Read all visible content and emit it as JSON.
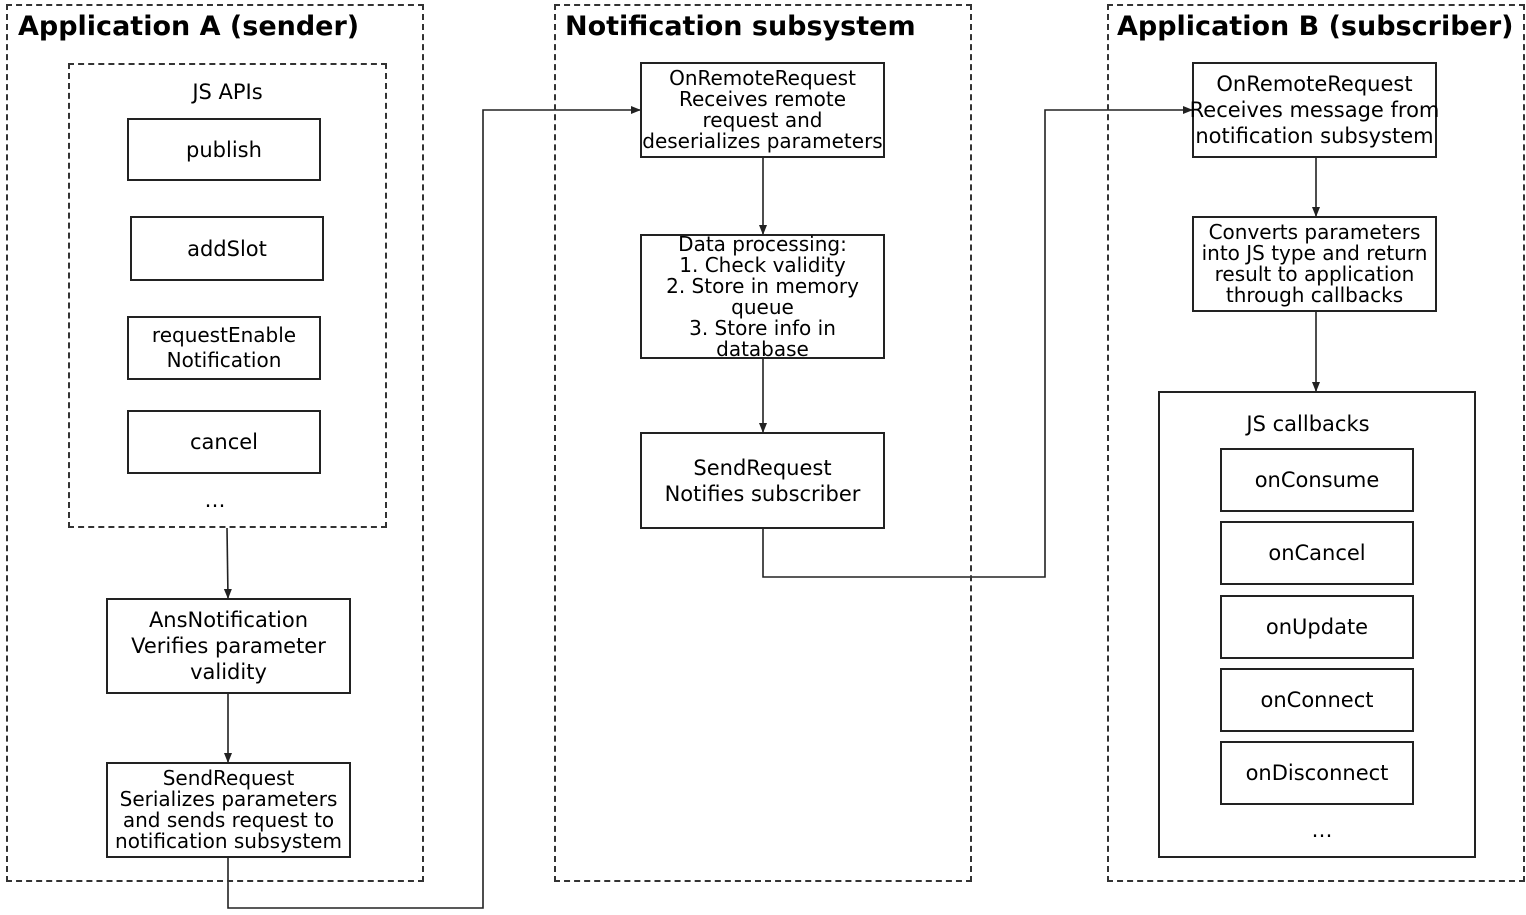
{
  "panels": {
    "sender": {
      "title": "Application A (sender)",
      "js_apis": {
        "label": "JS APIs",
        "items": [
          "publish",
          "addSlot",
          "requestEnable\nNotification",
          "cancel"
        ],
        "more": "…"
      },
      "ans_notification": [
        "AnsNotification",
        "Verifies parameter",
        "validity"
      ],
      "send_request": [
        "SendRequest",
        "Serializes parameters",
        "and sends request to",
        "notification subsystem"
      ]
    },
    "subsystem": {
      "title": "Notification subsystem",
      "on_remote_request": [
        "OnRemoteRequest",
        "Receives remote",
        "request and",
        "deserializes parameters"
      ],
      "data_processing": [
        "Data processing:",
        "1. Check validity",
        "2. Store in memory",
        "queue",
        "3. Store info in",
        "database"
      ],
      "send_request": [
        "SendRequest",
        "Notifies subscriber"
      ]
    },
    "subscriber": {
      "title": "Application B (subscriber)",
      "on_remote_request": [
        "OnRemoteRequest",
        "Receives message from",
        "notification subsystem"
      ],
      "converts": [
        "Converts parameters",
        "into JS type and return",
        "result to application",
        "through callbacks"
      ],
      "js_callbacks": {
        "label": "JS callbacks",
        "items": [
          "onConsume",
          "onCancel",
          "onUpdate",
          "onConnect",
          "onDisconnect"
        ],
        "more": "…"
      }
    }
  }
}
